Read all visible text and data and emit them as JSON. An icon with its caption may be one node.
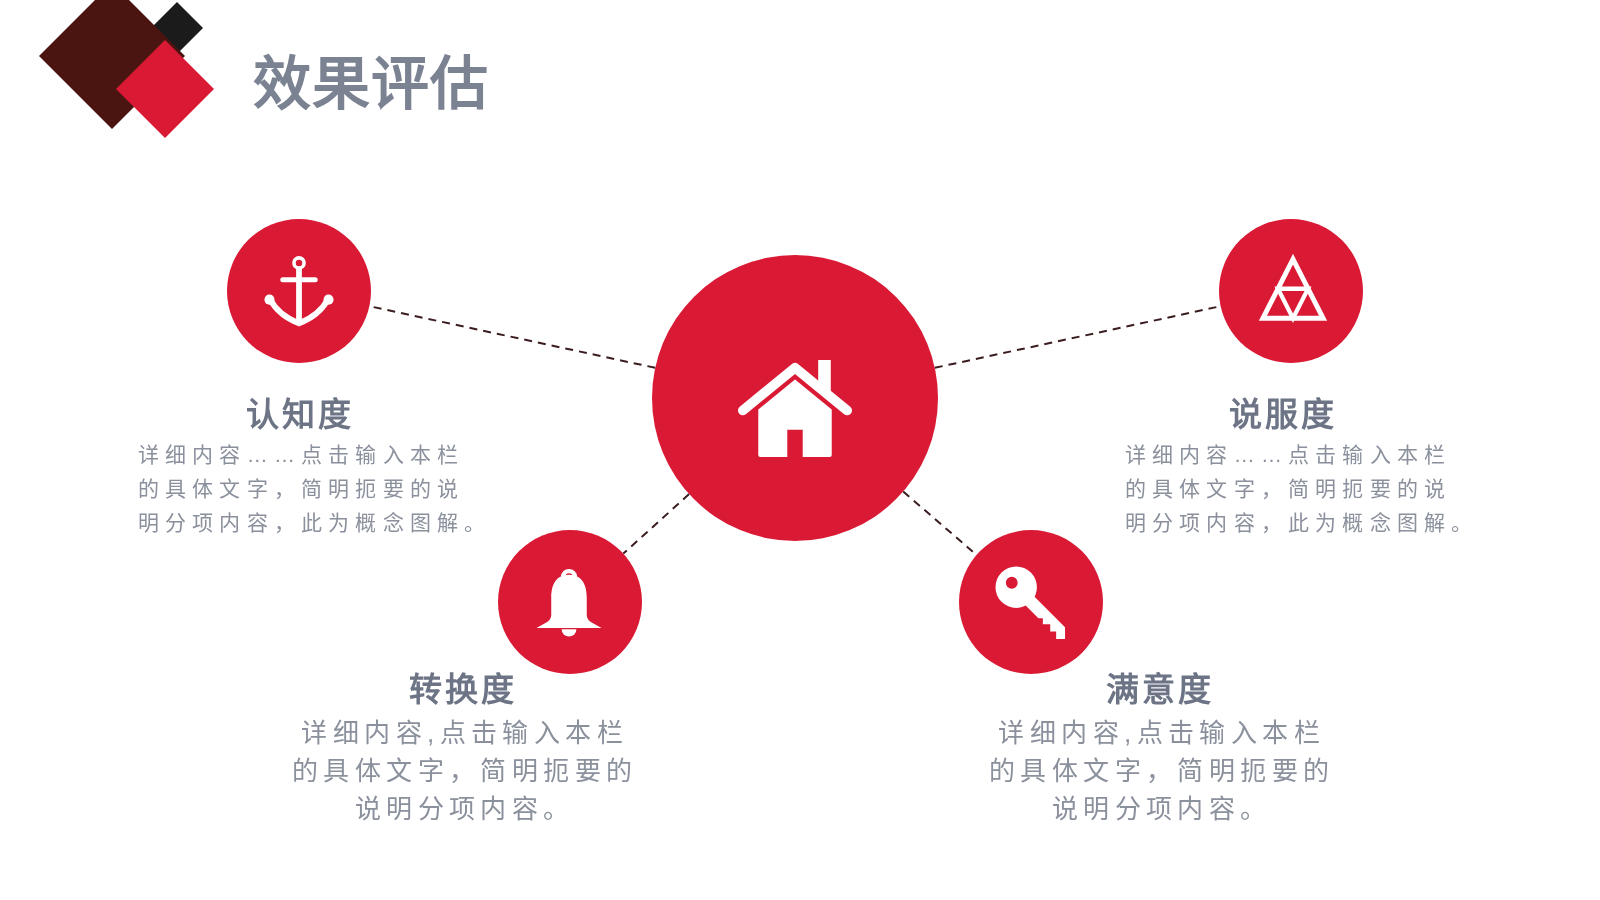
{
  "diagram": {
    "title": "效果评估",
    "nodes": [
      {
        "text": [
          "认知度",
          "详细内容……点击输入本栏的具体文字，简明扼要的说明分项内容，此为概念图解。"
        ]
      },
      {
        "text": [],
        "shape": "circle"
      },
      {
        "text": [
          "说服度",
          "详细内容……点击输入本栏的具体文字，简明扼要的说明分项内容，此为概念图解。"
        ]
      },
      {
        "text": [
          "转换度",
          "详细内容,点击输入本栏的具体文字，简明扼要的说明分项内容。"
        ]
      },
      {
        "text": [
          "满意度",
          "详细内容,点击输入本栏的具体文字，简明扼要的说明分项内容。"
        ]
      }
    ],
    "edges": [
      {
        "from": 1,
        "to": 0,
        "arrow": "none",
        "style": "dashed"
      },
      {
        "from": 1,
        "to": 2,
        "arrow": "none",
        "style": "dashed"
      },
      {
        "from": 1,
        "to": 3,
        "arrow": "none",
        "style": "dashed"
      },
      {
        "from": 1,
        "to": 4,
        "arrow": "none",
        "style": "dashed"
      }
    ]
  }
}
